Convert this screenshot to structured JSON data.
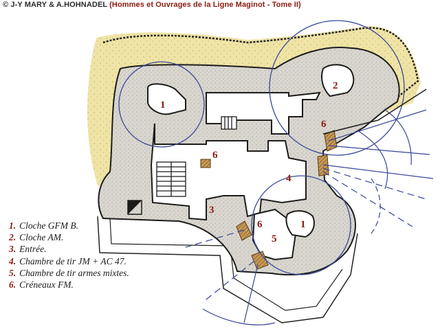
{
  "header": {
    "credit": "© J-Y MARY & A.HOHNADEL",
    "subtitle": "(Hommes et Ouvrages de la Ligne Maginot - Tome II)"
  },
  "plan": {
    "labels": [
      "1",
      "1",
      "2",
      "3",
      "4",
      "5",
      "6",
      "6",
      "6"
    ]
  },
  "legend": [
    {
      "key": "1.",
      "text": "Cloche GFM B."
    },
    {
      "key": "2.",
      "text": "Cloche AM."
    },
    {
      "key": "3.",
      "text": "Entrée."
    },
    {
      "key": "4.",
      "text": "Chambre de tir JM + AC 47."
    },
    {
      "key": "5.",
      "text": "Chambre de tir armes mixtes."
    },
    {
      "key": "6.",
      "text": "Créneaux FM."
    }
  ],
  "colors": {
    "earth": "#efe4a6",
    "concrete": "#d9d7cf",
    "walls": "#1c1c1c",
    "number_red": "#8b1a12",
    "range_circle": "#38469a"
  }
}
